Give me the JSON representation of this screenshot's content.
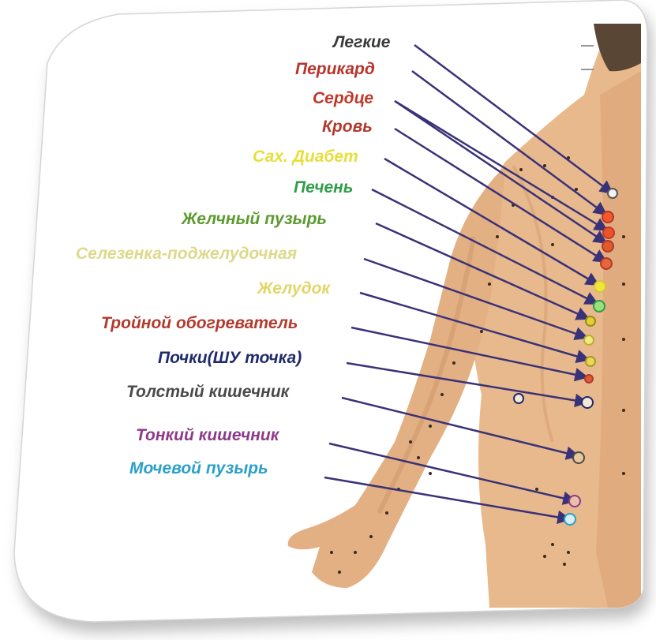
{
  "diagram": {
    "labels": [
      {
        "id": "lungs",
        "text": "Легкие",
        "color": "#3a3a3a"
      },
      {
        "id": "pericardium",
        "text": "Перикард",
        "color": "#b8332b"
      },
      {
        "id": "heart",
        "text": "Сердце",
        "color": "#c0392b"
      },
      {
        "id": "blood",
        "text": "Кровь",
        "color": "#b03a2e"
      },
      {
        "id": "diabetes",
        "text": "Сах. Диабет",
        "color": "#e6df3a"
      },
      {
        "id": "liver",
        "text": "Печень",
        "color": "#2e9e48"
      },
      {
        "id": "gallbladder",
        "text": "Желчный пузырь",
        "color": "#5a9a2e"
      },
      {
        "id": "spleen",
        "text": "Селезенка-поджелудочная",
        "color": "#ddd98a"
      },
      {
        "id": "stomach",
        "text": "Желудок",
        "color": "#e2d66a"
      },
      {
        "id": "triple-heater",
        "text": "Тройной обогреватель",
        "color": "#b23a2c"
      },
      {
        "id": "kidneys",
        "text": "Почки(ШУ точка)",
        "color": "#1f2a6b"
      },
      {
        "id": "large-intestine",
        "text": "Толстый кишечник",
        "color": "#4a4a4a"
      },
      {
        "id": "small-intestine",
        "text": "Тонкий кишечник",
        "color": "#8e3a8a"
      },
      {
        "id": "bladder",
        "text": "Мочевой пузырь",
        "color": "#2aa0c8"
      }
    ],
    "colors": {
      "skin": "#e8b98c",
      "skin_shadow": "#c98f63",
      "hair": "#5a4634",
      "arrow": "#3a3278",
      "frame_shadow": "#9a9a9a"
    }
  }
}
